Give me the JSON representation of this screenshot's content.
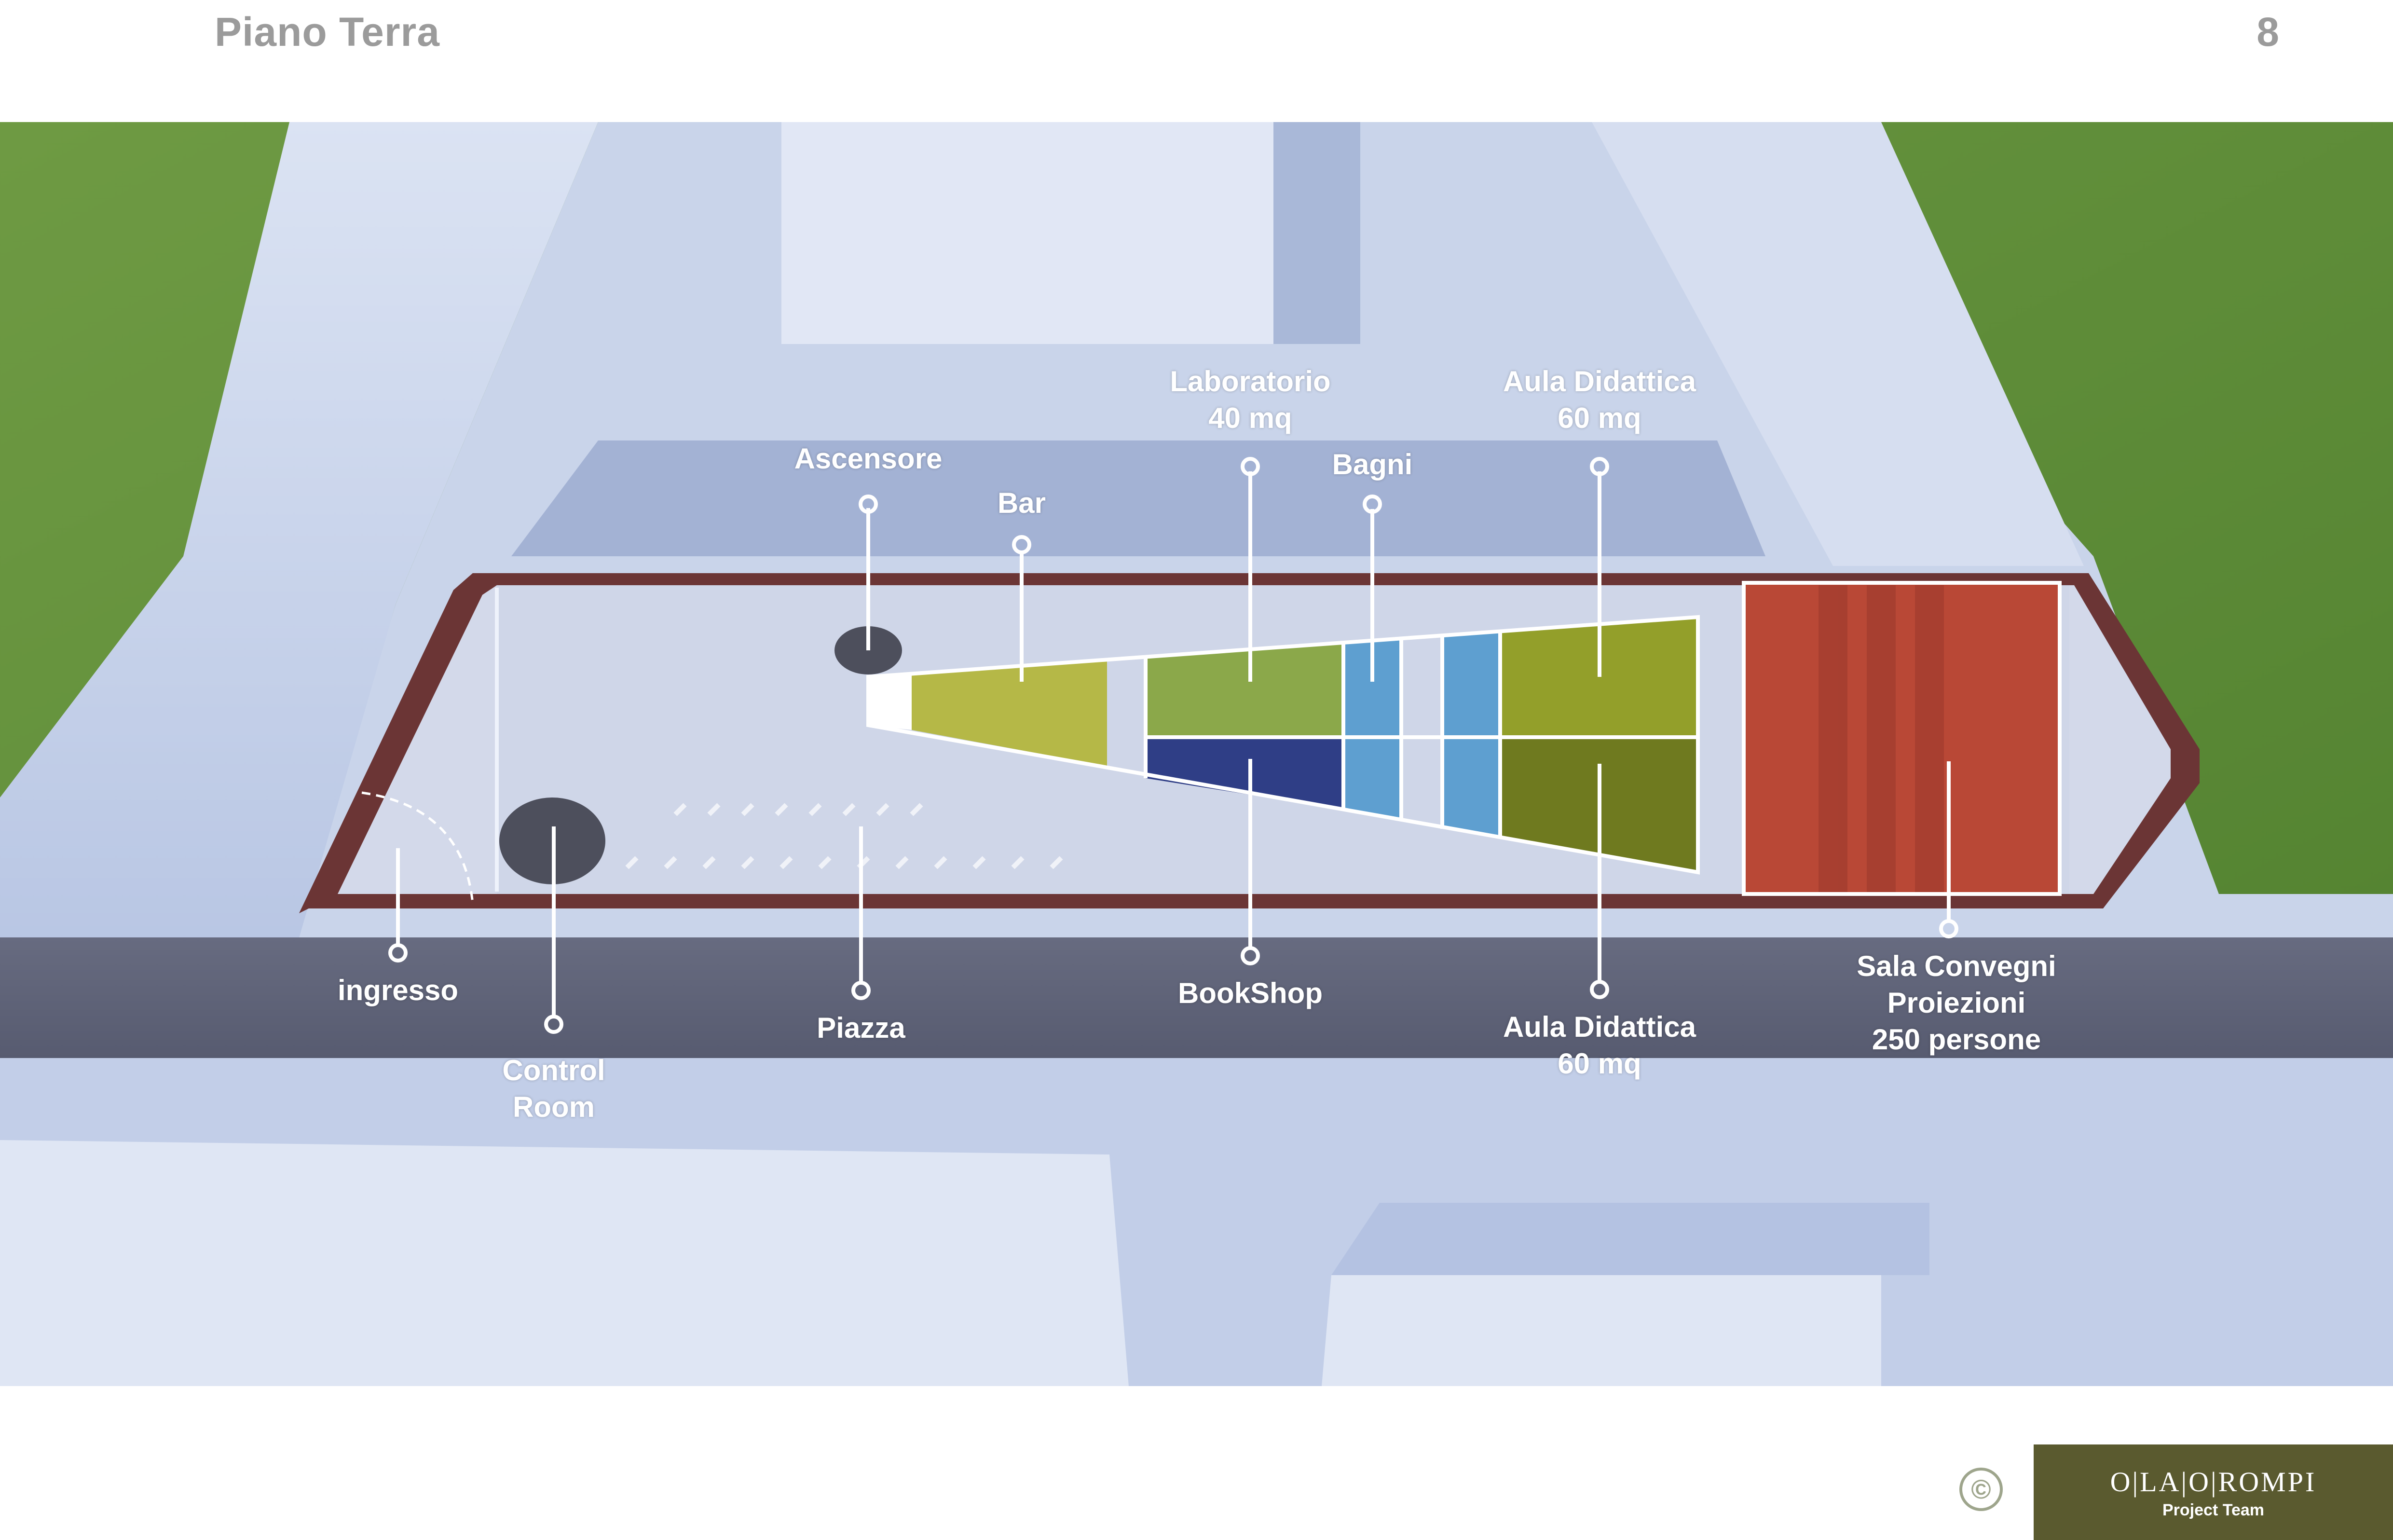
{
  "header": {
    "title": "Piano Terra",
    "page_number": "8"
  },
  "labels": {
    "ingresso": [
      "ingresso"
    ],
    "control_room": [
      "Control",
      "Room"
    ],
    "ascensore": [
      "Ascensore"
    ],
    "piazza": [
      "Piazza"
    ],
    "bar": [
      "Bar"
    ],
    "laboratorio": [
      "Laboratorio",
      "40 mq"
    ],
    "bookshop": [
      "BookShop"
    ],
    "bagni": [
      "Bagni"
    ],
    "aula_top": [
      "Aula Didattica",
      "60 mq"
    ],
    "aula_bottom": [
      "Aula Didattica",
      "60 mq"
    ],
    "sala": [
      "Sala Convegni",
      "Proiezioni",
      "250 persone"
    ]
  },
  "footer": {
    "copyright_symbol": "©",
    "logo_text": "O|LA|O|ROMPI",
    "logo_subtitle": "Project Team"
  },
  "colors": {
    "grass": "#5f8f3a",
    "building": "#c3cfe6",
    "road": "#5f6276",
    "wall": "#6b3535",
    "bar": "#b5b847",
    "laboratorio": "#8ba84a",
    "bookshop": "#2f3e86",
    "bagni": "#5e9fd0",
    "aula": "#939f2a",
    "sala": "#c0503e",
    "logo_bg": "#5a5a2f"
  }
}
